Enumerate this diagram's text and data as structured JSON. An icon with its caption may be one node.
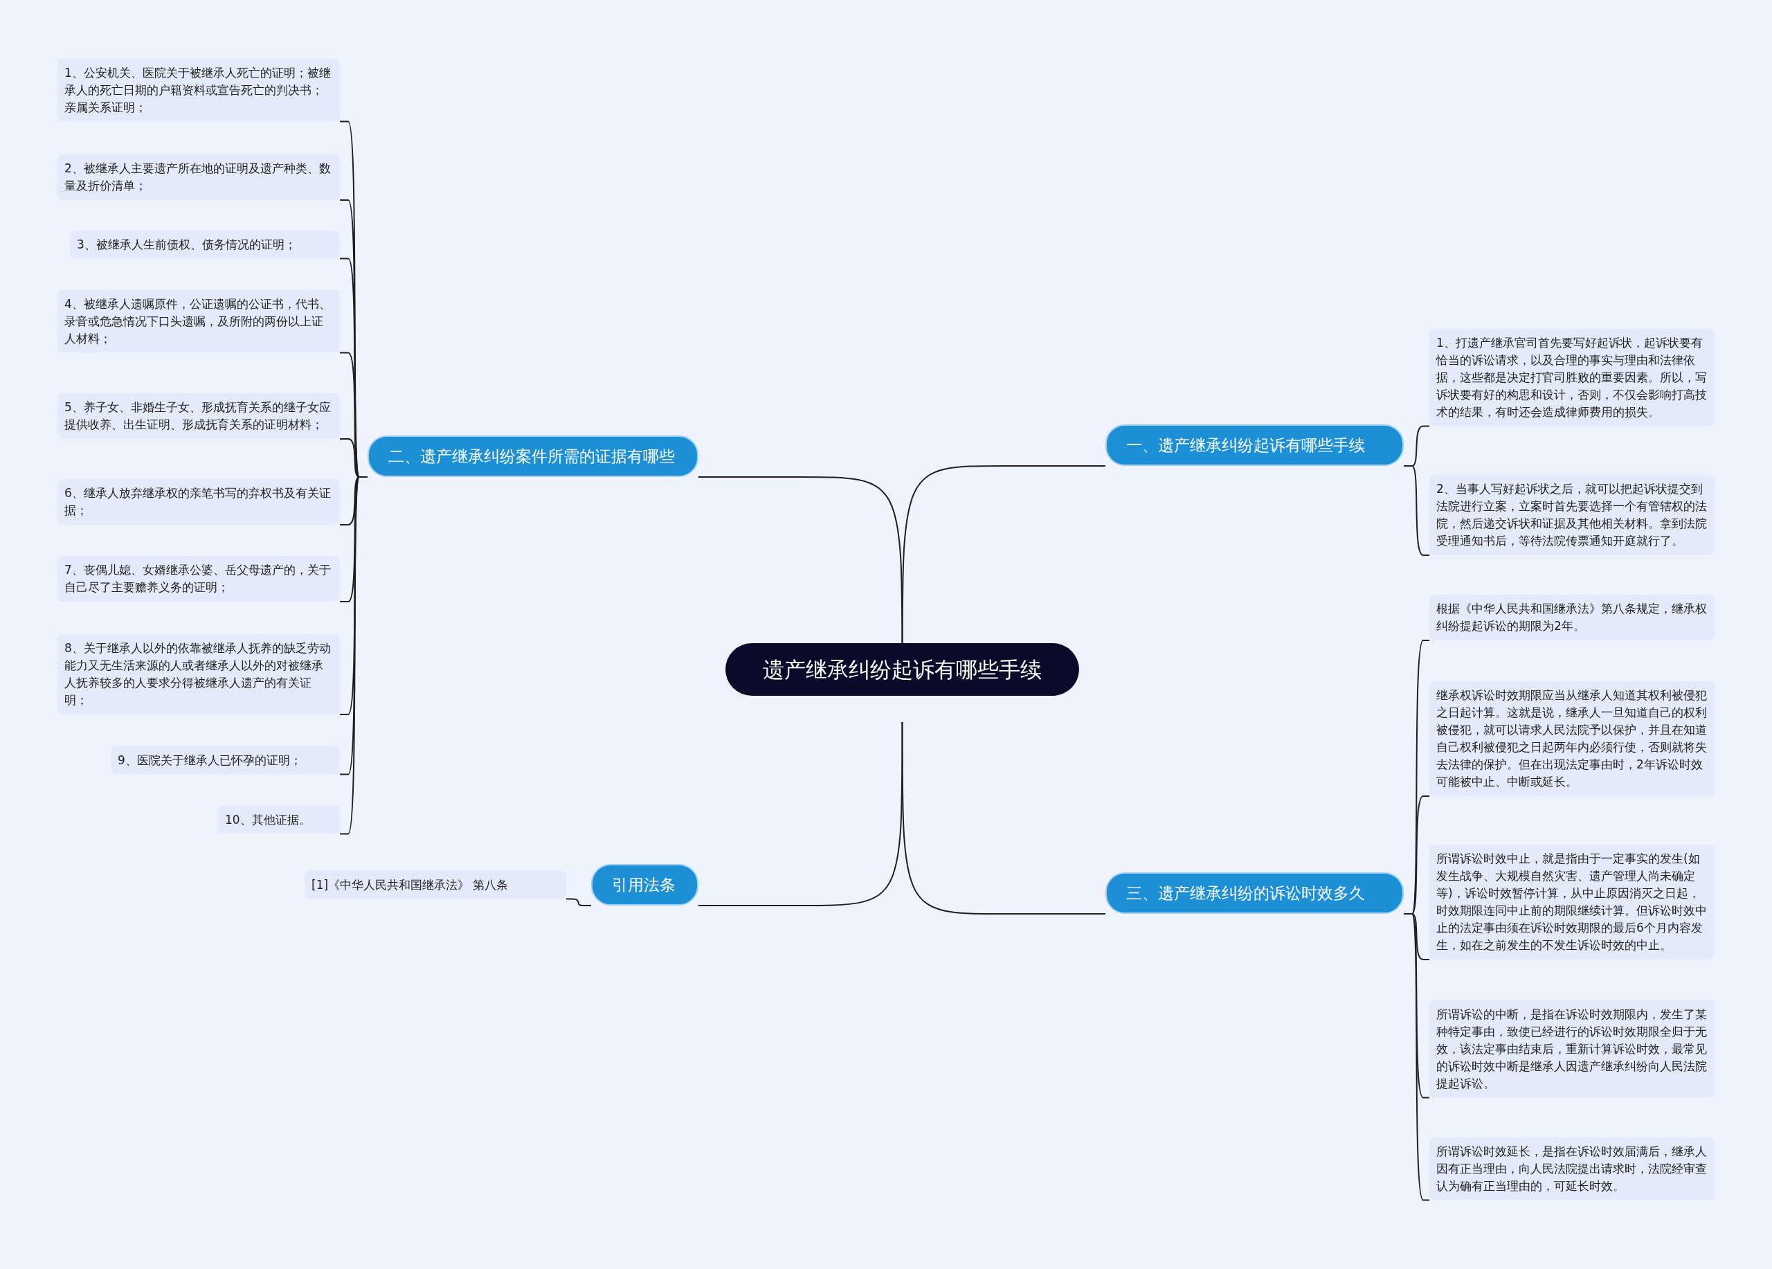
{
  "diagram": {
    "nodes": [
      {
        "text": [
          "遗产继承纠纷起诉有哪些手续"
        ]
      },
      {
        "text": [
          "一、遗产继承纠纷起诉有哪些手续"
        ]
      },
      {
        "text": [
          "1、打遗产继承官司首先要写好起诉状，起诉状要有恰当的诉讼请求，以及合理的事实与理由和法律依据，这些都是决定打官司胜败的重要因素。所以，写诉状要有好的构思和设计，否则，不仅会影响打高技术的结果，有时还会造成律师费用的损失。"
        ]
      },
      {
        "text": [
          "2、当事人写好起诉状之后，就可以把起诉状提交到法院进行立案，立案时首先要选择一个有管辖权的法院，然后递交诉状和证据及其他相关材料。拿到法院受理通知书后，等待法院传票通知开庭就行了。"
        ]
      },
      {
        "text": [
          "二、遗产继承纠纷案件所需的证据有哪些"
        ]
      },
      {
        "text": [
          "1、公安机关、医院关于被继承人死亡的证明；被继承人的死亡日期的户籍资料或宣告死亡的判决书；亲属关系证明；"
        ]
      },
      {
        "text": [
          "2、被继承人主要遗产所在地的证明及遗产种类、数量及折价清单；"
        ]
      },
      {
        "text": [
          "3、被继承人生前债权、债务情况的证明；"
        ]
      },
      {
        "text": [
          "4、被继承人遗嘱原件，公证遗嘱的公证书，代书、录音或危急情况下口头遗嘱，及所附的两份以上证人材料；"
        ]
      },
      {
        "text": [
          "5、养子女、非婚生子女、形成抚育关系的继子女应提供收养、出生证明、形成抚育关系的证明材料；"
        ]
      },
      {
        "text": [
          "6、继承人放弃继承权的亲笔书写的弃权书及有关证据；"
        ]
      },
      {
        "text": [
          "7、丧偶儿媳、女婿继承公婆、岳父母遗产的，关于自己尽了主要赡养义务的证明；"
        ]
      },
      {
        "text": [
          "8、关于继承人以外的依靠被继承人抚养的缺乏劳动能力又无生活来源的人或者继承人以外的对被继承人抚养较多的人要求分得被继承人遗产的有关证明；"
        ]
      },
      {
        "text": [
          "9、医院关于继承人已怀孕的证明；"
        ]
      },
      {
        "text": [
          "10、其他证据。"
        ]
      },
      {
        "text": [
          "引用法条"
        ]
      },
      {
        "text": [
          "[1]《中华人民共和国继承法》 第八条"
        ]
      },
      {
        "text": [
          "三、遗产继承纠纷的诉讼时效多久"
        ]
      },
      {
        "text": [
          "根据《中华人民共和国继承法》第八条规定，继承权纠纷提起诉讼的期限为2年。"
        ]
      },
      {
        "text": [
          "继承权诉讼时效期限应当从继承人知道其权利被侵犯之日起计算。这就是说，继承人一旦知道自己的权利被侵犯，就可以请求人民法院予以保护，并且在知道自己权利被侵犯之日起两年内必须行使，否则就将失去法律的保护。但在出现法定事由时，2年诉讼时效可能被中止、中断或延长。"
        ]
      },
      {
        "text": [
          "所谓诉讼时效中止，就是指由于一定事实的发生(如发生战争、大规模自然灾害、遗产管理人尚未确定等)，诉讼时效暂停计算，从中止原因消灭之日起，时效期限连同中止前的期限继续计算。但诉讼时效中止的法定事由须在诉讼时效期限的最后6个月内容发生，如在之前发生的不发生诉讼时效的中止。"
        ]
      },
      {
        "text": [
          "所谓诉讼的中断，是指在诉讼时效期限内，发生了某种特定事由，致使已经进行的诉讼时效期限全归于无效，该法定事由结束后，重新计算诉讼时效，最常见的诉讼时效中断是继承人因遗产继承纠纷向人民法院提起诉讼。"
        ]
      },
      {
        "text": [
          "所谓诉讼时效延长，是指在诉讼时效届满后，继承人因有正当理由，向人民法院提出请求时，法院经审查认为确有正当理由的，可延长时效。"
        ]
      }
    ],
    "edges": [
      {
        "from": 0,
        "to": 1,
        "arrow": "none"
      },
      {
        "from": 1,
        "to": 2,
        "arrow": "none"
      },
      {
        "from": 1,
        "to": 3,
        "arrow": "none"
      },
      {
        "from": 0,
        "to": 4,
        "arrow": "none"
      },
      {
        "from": 4,
        "to": 5,
        "arrow": "none"
      },
      {
        "from": 4,
        "to": 6,
        "arrow": "none"
      },
      {
        "from": 4,
        "to": 7,
        "arrow": "none"
      },
      {
        "from": 4,
        "to": 8,
        "arrow": "none"
      },
      {
        "from": 4,
        "to": 9,
        "arrow": "none"
      },
      {
        "from": 4,
        "to": 10,
        "arrow": "none"
      },
      {
        "from": 4,
        "to": 11,
        "arrow": "none"
      },
      {
        "from": 4,
        "to": 12,
        "arrow": "none"
      },
      {
        "from": 4,
        "to": 13,
        "arrow": "none"
      },
      {
        "from": 4,
        "to": 14,
        "arrow": "none"
      },
      {
        "from": 0,
        "to": 15,
        "arrow": "none"
      },
      {
        "from": 15,
        "to": 16,
        "arrow": "none"
      },
      {
        "from": 0,
        "to": 17,
        "arrow": "none"
      },
      {
        "from": 17,
        "to": 18,
        "arrow": "none"
      },
      {
        "from": 17,
        "to": 19,
        "arrow": "none"
      },
      {
        "from": 17,
        "to": 20,
        "arrow": "none"
      },
      {
        "from": 17,
        "to": 21,
        "arrow": "none"
      },
      {
        "from": 17,
        "to": 22,
        "arrow": "none"
      }
    ]
  }
}
